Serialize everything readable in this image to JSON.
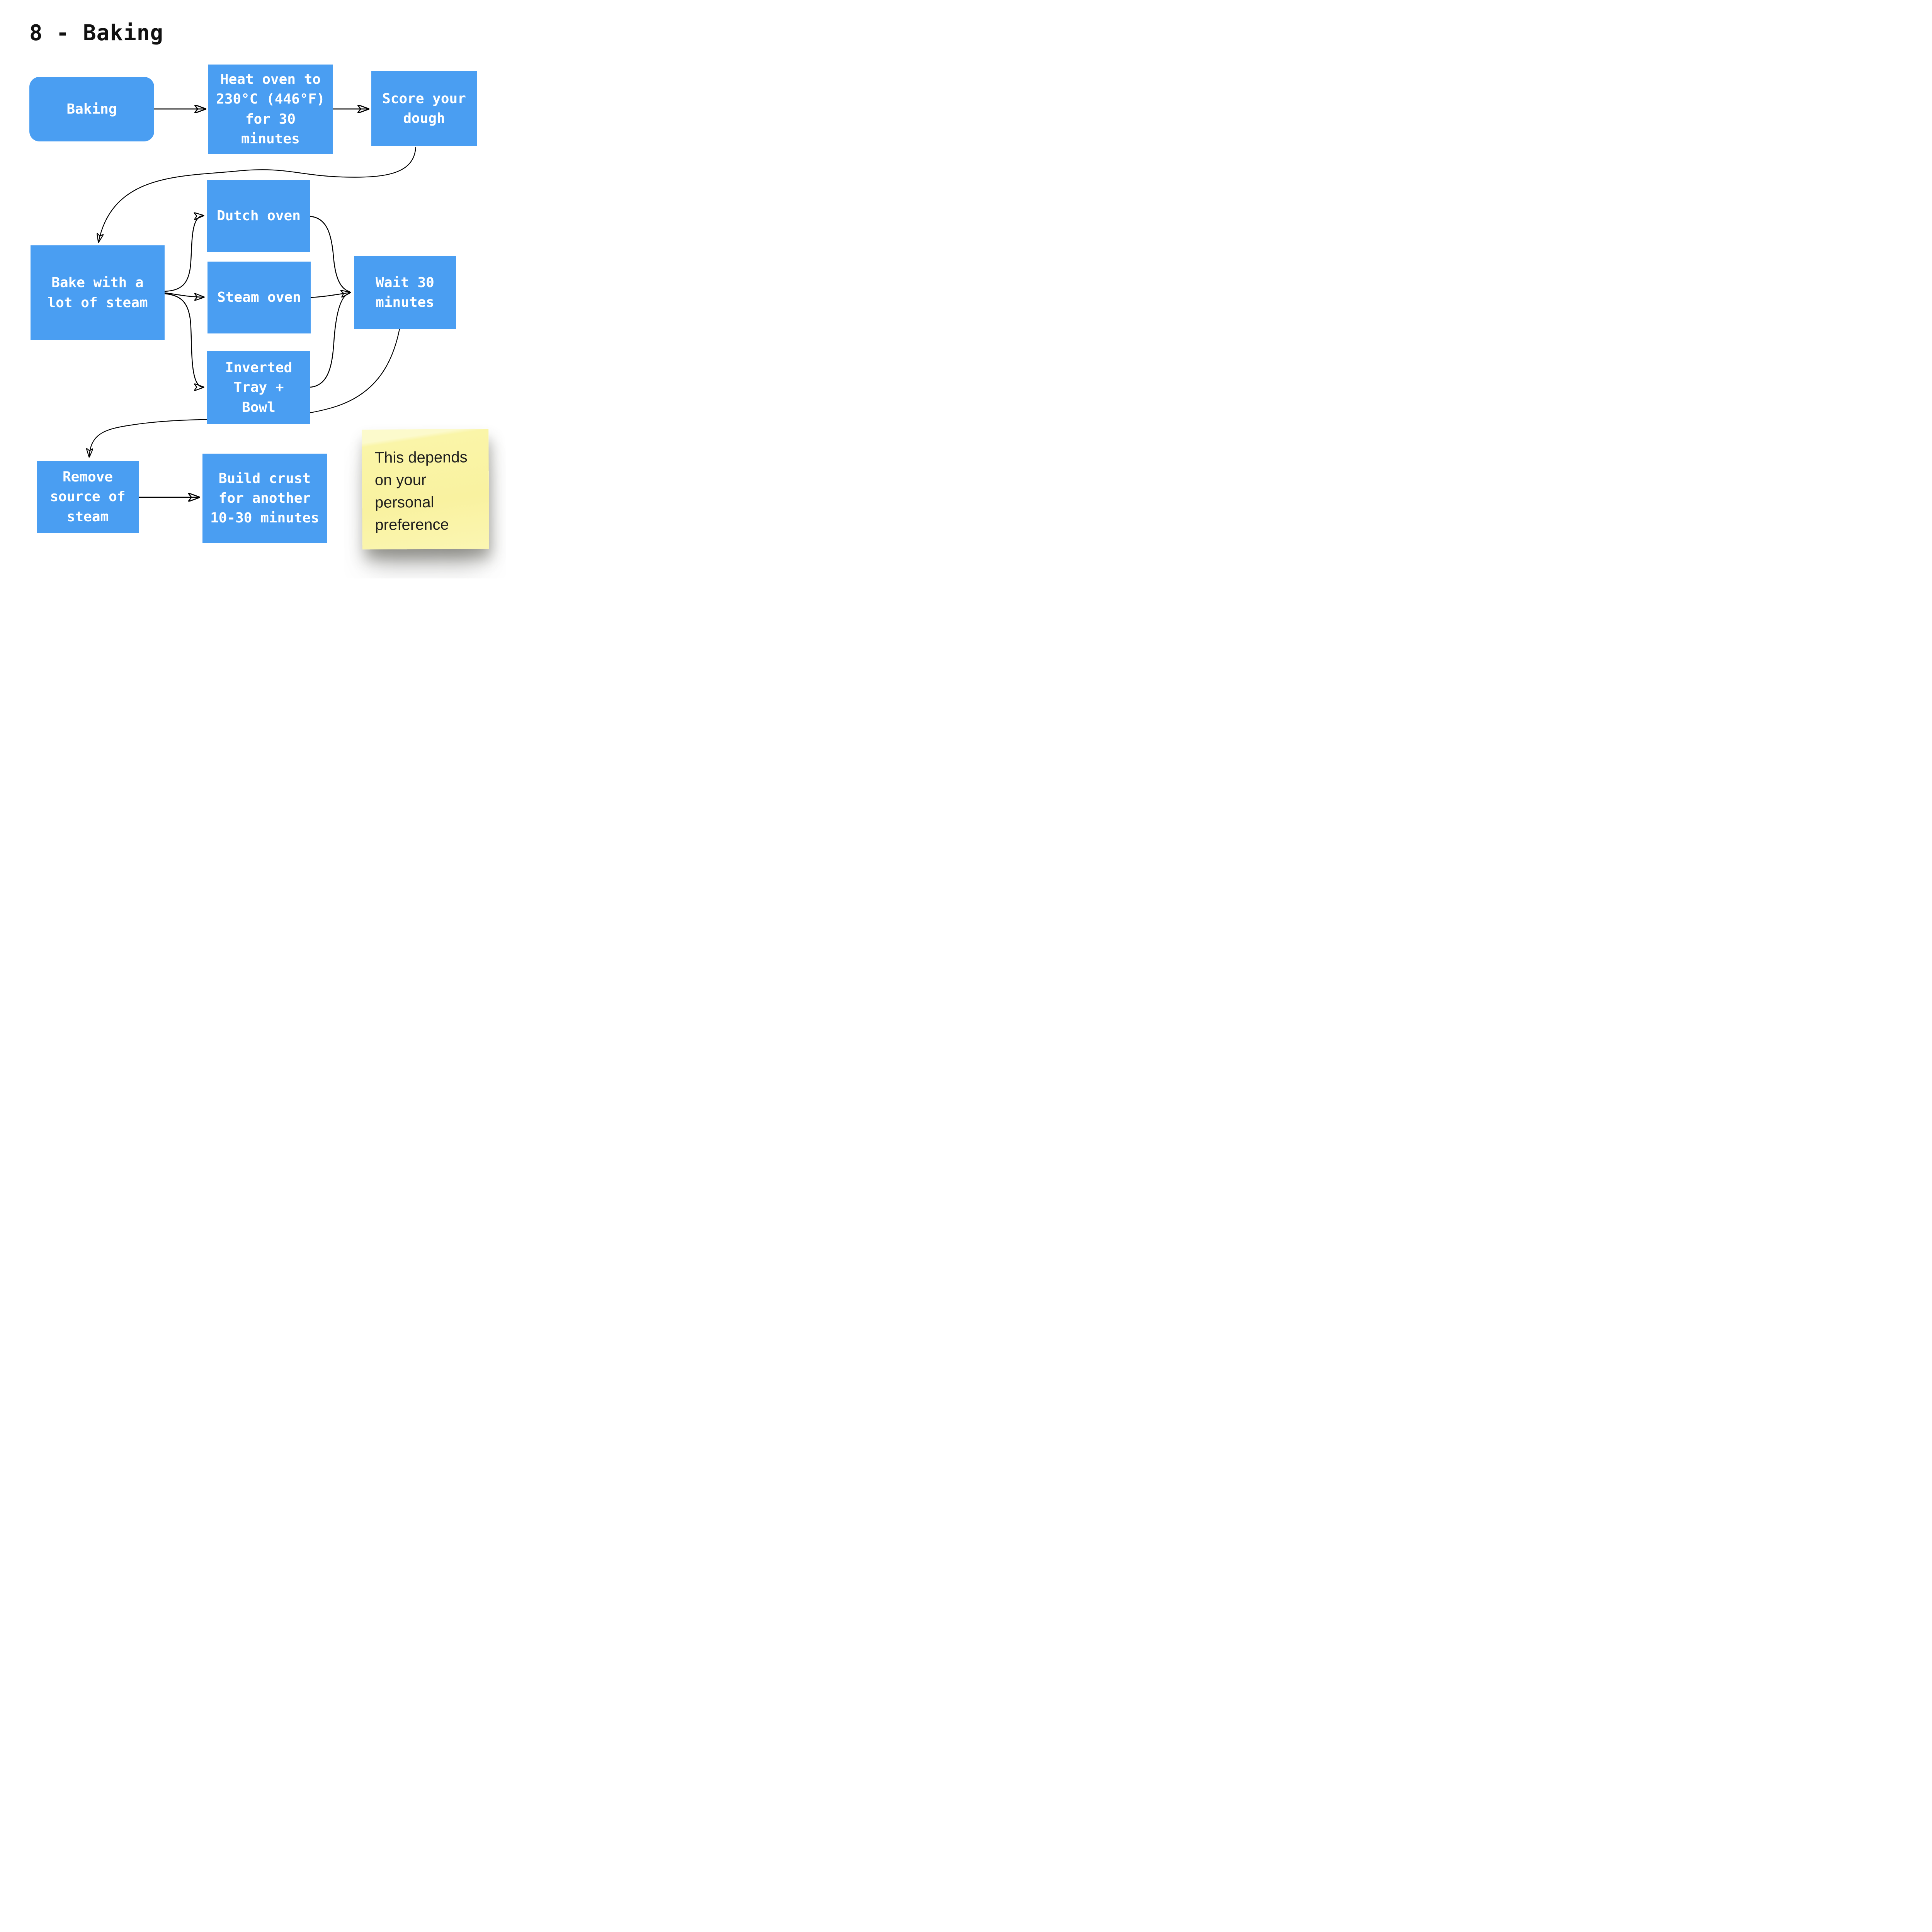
{
  "title": "8 - Baking",
  "colors": {
    "node_blue": "#4A9EF2",
    "node_text": "#FFFFFF",
    "arrow_black": "#000000",
    "page_background": "#FFFFFF",
    "note_yellow": "#FAF5A8",
    "note_yellow_top": "#FCFACC",
    "note_text": "#1E1E1E",
    "title_text": "#111111"
  },
  "nodes": {
    "baking": {
      "label": "Baking",
      "shape": "rounded"
    },
    "heat": {
      "label": "Heat oven to 230°C (446°F) for 30 minutes",
      "shape": "rect"
    },
    "score": {
      "label": "Score your dough",
      "shape": "rect"
    },
    "dutch": {
      "label": "Dutch oven",
      "shape": "rect"
    },
    "bake_steam": {
      "label": "Bake with a lot of steam",
      "shape": "rect"
    },
    "steam_oven": {
      "label": "Steam oven",
      "shape": "rect"
    },
    "wait": {
      "label": "Wait 30 minutes",
      "shape": "rect"
    },
    "inverted": {
      "label": "Inverted Tray + Bowl",
      "shape": "rect"
    },
    "remove": {
      "label": "Remove source of steam",
      "shape": "rect"
    },
    "build": {
      "label": "Build crust for another 10-30 minutes",
      "shape": "rect"
    }
  },
  "note": {
    "text": "This depends on your personal preference"
  },
  "edges": [
    {
      "from": "baking",
      "to": "heat"
    },
    {
      "from": "heat",
      "to": "score"
    },
    {
      "from": "score",
      "to": "bake_steam"
    },
    {
      "from": "bake_steam",
      "to": "dutch"
    },
    {
      "from": "bake_steam",
      "to": "steam_oven"
    },
    {
      "from": "bake_steam",
      "to": "inverted"
    },
    {
      "from": "dutch",
      "to": "wait"
    },
    {
      "from": "steam_oven",
      "to": "wait"
    },
    {
      "from": "inverted",
      "to": "wait"
    },
    {
      "from": "wait",
      "to": "remove"
    },
    {
      "from": "remove",
      "to": "build"
    }
  ]
}
